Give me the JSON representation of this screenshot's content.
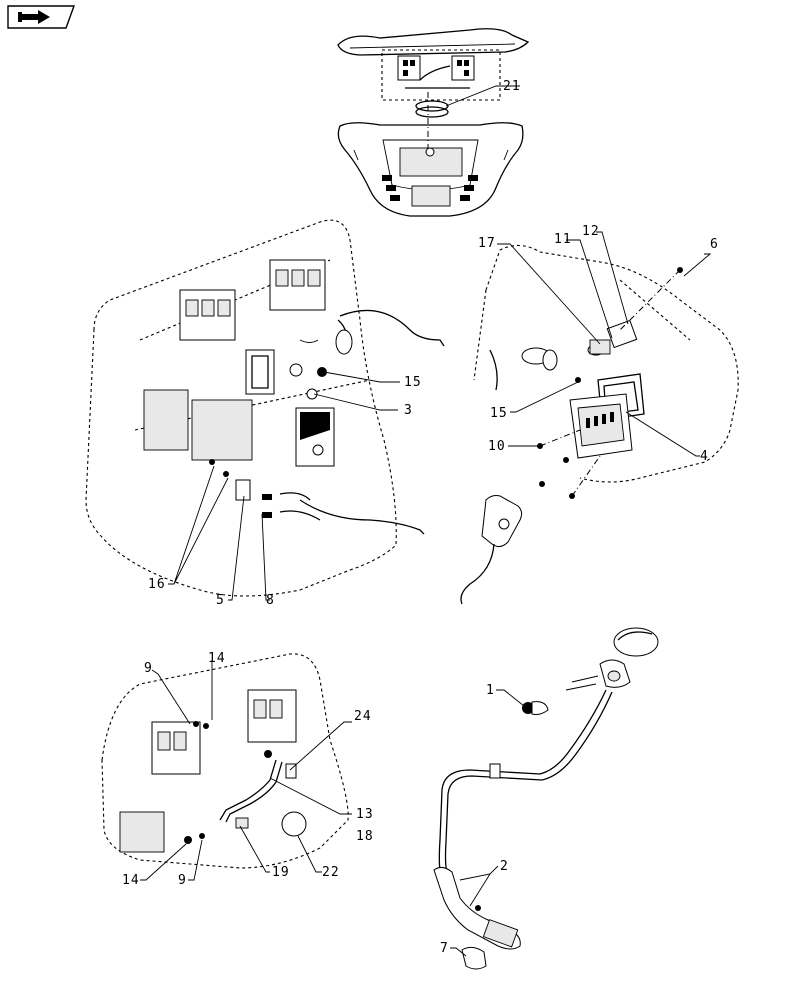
{
  "nav_button": {
    "icon": "next-page-arrow-icon"
  },
  "callouts": [
    {
      "id": "c21",
      "text": "21"
    },
    {
      "id": "c17",
      "text": "17"
    },
    {
      "id": "c11",
      "text": "11"
    },
    {
      "id": "c12",
      "text": "12"
    },
    {
      "id": "c6",
      "text": "6"
    },
    {
      "id": "c15a",
      "text": "15"
    },
    {
      "id": "c3",
      "text": "3"
    },
    {
      "id": "c15b",
      "text": "15"
    },
    {
      "id": "c10",
      "text": "10"
    },
    {
      "id": "c4",
      "text": "4"
    },
    {
      "id": "c16",
      "text": "16"
    },
    {
      "id": "c5",
      "text": "5"
    },
    {
      "id": "c8",
      "text": "8"
    },
    {
      "id": "c9a",
      "text": "9"
    },
    {
      "id": "c14a",
      "text": "14"
    },
    {
      "id": "c24",
      "text": "24"
    },
    {
      "id": "c13",
      "text": "13"
    },
    {
      "id": "c18",
      "text": "18"
    },
    {
      "id": "c14b",
      "text": "14"
    },
    {
      "id": "c9b",
      "text": "9"
    },
    {
      "id": "c19",
      "text": "19"
    },
    {
      "id": "c22",
      "text": "22"
    },
    {
      "id": "c1",
      "text": "1"
    },
    {
      "id": "c2",
      "text": "2"
    },
    {
      "id": "c7",
      "text": "7"
    }
  ]
}
